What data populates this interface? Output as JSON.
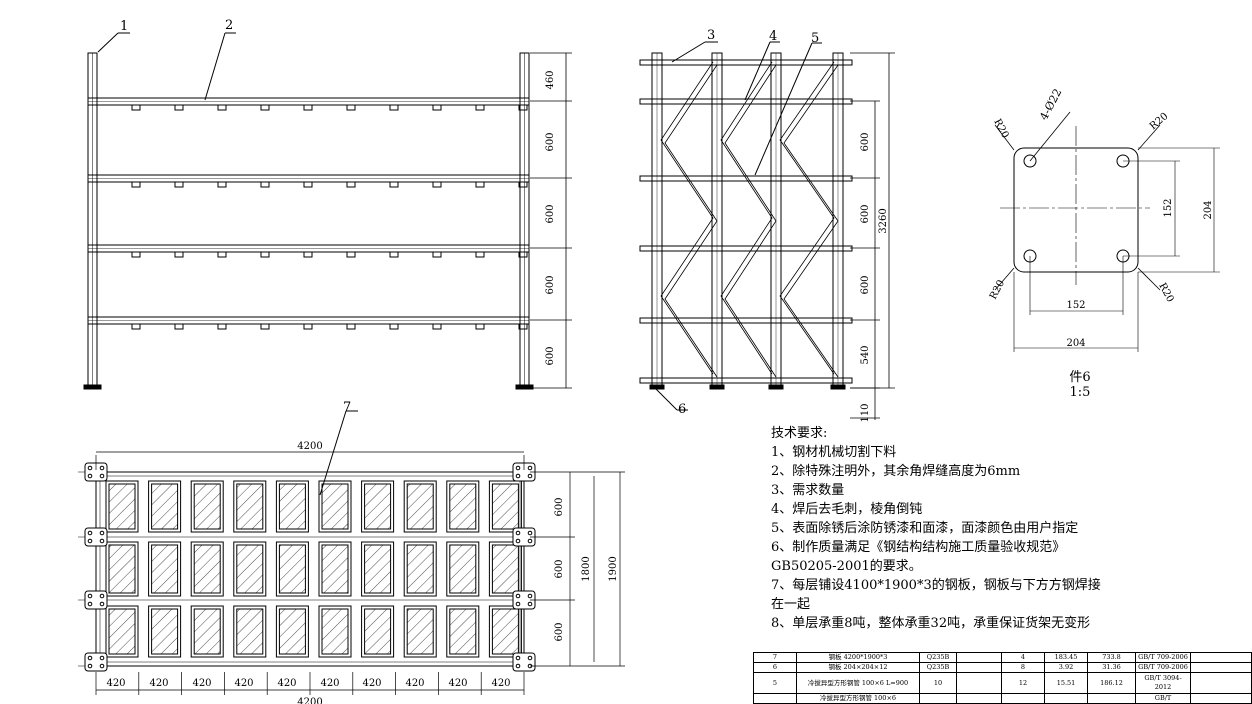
{
  "balloons": {
    "b1": "1",
    "b2": "2",
    "b3": "3",
    "b4": "4",
    "b5": "5",
    "b6": "6",
    "b7": "7"
  },
  "front_dims": {
    "d1": "460",
    "d2": "600",
    "d3": "600",
    "d4": "600",
    "d5": "600"
  },
  "side_dims": {
    "d1": "600",
    "d2": "600",
    "d3": "600",
    "d4": "540",
    "d5": "110",
    "total": "3260"
  },
  "plate": {
    "holes": "4-Ø22",
    "r_tl": "R20",
    "r_tr": "R20",
    "r_bl": "R20",
    "r_br": "R20",
    "inner_h": "152",
    "outer_h": "204",
    "inner_w": "152",
    "outer_w": "204",
    "label": "件6",
    "scale": "1:5"
  },
  "plan_dims": {
    "width": "4200",
    "bays": [
      "420",
      "420",
      "420",
      "420",
      "420",
      "420",
      "420",
      "420",
      "420",
      "420"
    ],
    "rows": [
      "600",
      "600",
      "600"
    ],
    "d1800": "1800",
    "d1900": "1900",
    "bottom_total": "4200"
  },
  "notes": {
    "title": "技术要求:",
    "lines": [
      "1、钢材机械切割下料",
      "2、除特殊注明外，其余角焊缝高度为6mm",
      "3、需求数量",
      "4、焊后去毛刺，棱角倒钝",
      "5、表面除锈后涂防锈漆和面漆，面漆颜色由用户指定",
      "6、制作质量满足《钢结构结构施工质量验收规范》",
      "GB50205-2001的要求。",
      "7、每层铺设4100*1900*3的钢板，钢板与下方方钢焊接",
      "在一起",
      "8、单层承重8吨，整体承重32吨，承重保证货架无变形"
    ]
  },
  "bom": {
    "rows": [
      {
        "no": "7",
        "name": "钢板 4200*1900*3",
        "mat": "Q235B",
        "qty_a": "",
        "qty": "4",
        "unit": "183.45",
        "total": "733.8",
        "std": "GB/T 709-2006"
      },
      {
        "no": "6",
        "name": "钢板 204×204×12",
        "mat": "Q235B",
        "qty_a": "",
        "qty": "8",
        "unit": "3.92",
        "total": "31.36",
        "std": "GB/T 709-2006"
      },
      {
        "no": "5",
        "name": "冷拔异型方形钢管 100×6 L=900",
        "mat": "10",
        "qty_a": "",
        "qty": "12",
        "unit": "15.51",
        "total": "186.12",
        "std": "GB/T 3094-2012"
      },
      {
        "no": "",
        "name": "冷拔异型方形钢管 100×6",
        "mat": "",
        "qty_a": "",
        "qty": "",
        "unit": "",
        "total": "",
        "std": "GB/T"
      }
    ]
  }
}
